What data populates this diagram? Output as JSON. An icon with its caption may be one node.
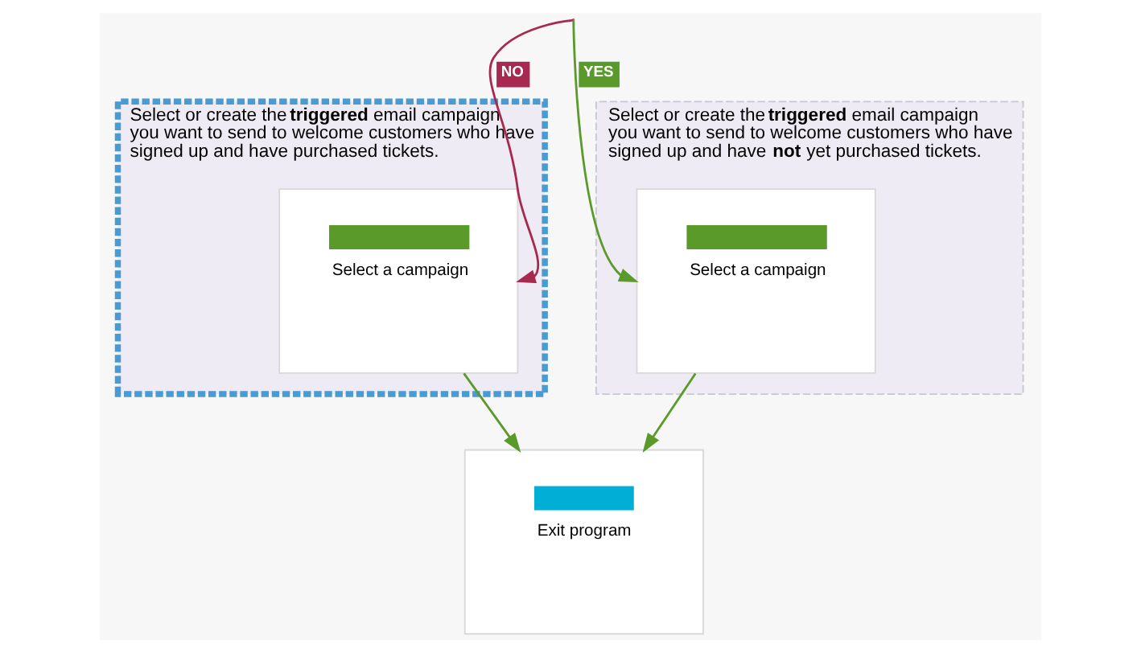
{
  "diagram": {
    "nodes": [
      {
        "text": [
          "Select or create the **triggered** email campaign you want to send to welcome customers who have signed up and have purchased tickets."
        ]
      },
      {
        "text": [
          "Select a campaign"
        ],
        "in": 0
      },
      {
        "text": [
          "Select or create the **triggered** email campaign you want to send to welcome customers who have signed up and have **not** yet purchased tickets."
        ]
      },
      {
        "text": [
          "Select a campaign"
        ],
        "in": 2
      },
      {
        "text": [
          "Exit program"
        ]
      }
    ],
    "edges": [
      {
        "from": null,
        "to": 1,
        "arrow": "to",
        "label": "NO",
        "color": "#a8294f"
      },
      {
        "from": null,
        "to": 3,
        "arrow": "to",
        "label": "YES"
      },
      {
        "from": 1,
        "to": 4,
        "arrow": "to"
      },
      {
        "from": 3,
        "to": 4,
        "arrow": "to"
      }
    ]
  }
}
